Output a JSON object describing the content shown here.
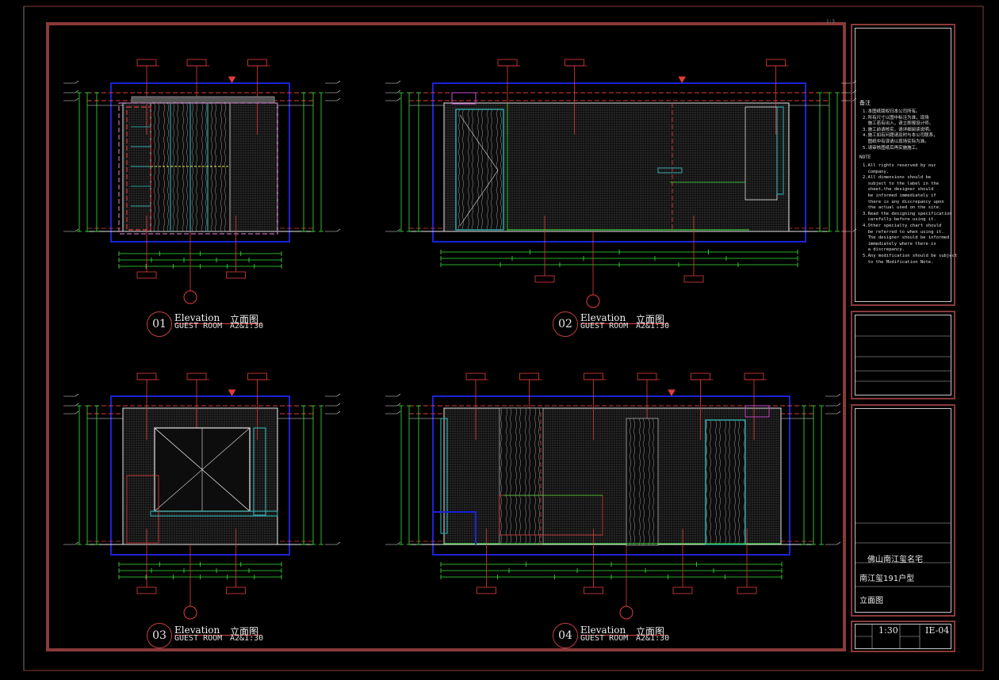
{
  "drawing_index": "1:3",
  "elevations": [
    {
      "number": "01",
      "title_en": "Elevation",
      "title_cn": "立面图",
      "room": "GUEST ROOM",
      "scale": "A2&1:30"
    },
    {
      "number": "02",
      "title_en": "Elevation",
      "title_cn": "立面图",
      "room": "GUEST ROOM",
      "scale": "A2&1:30"
    },
    {
      "number": "03",
      "title_en": "Elevation",
      "title_cn": "立面图",
      "room": "GUEST ROOM",
      "scale": "A2&1:30"
    },
    {
      "number": "04",
      "title_en": "Elevation",
      "title_cn": "立面图",
      "room": "GUEST ROOM",
      "scale": "A2&1:30"
    }
  ],
  "notes": {
    "heading_cn": "备注",
    "text_cn": "1.本图纸版权归本公司所有。\n2.所有尺寸以图中标注为准，现场\n  施工若有出入，请立即报设计师。\n3.施工前请核实，请详细阅读说明。\n4.施工如有问题请及时与本公司联系，\n  图纸中有误请以现场实际为准。\n5.请审核图纸后再实施施工。",
    "heading_en": "NOTE",
    "text_en": "1.All rights reserved by our\n  company.\n2.All dimensions should be\n  subject to the label in the\n  sheet,the designer should\n  be informed immediately if\n  there is any discrepancy upon\n  the actual used on the site.\n3.Read the designing specification\n  carefully before using it.\n4.Other specialty chart should\n  be referred to when using it.\n  The designer should be informed\n  immediately where there is\n  a discrepancy.\n5.Any modification should be subject\n  to the Modification Note."
  },
  "title_block": {
    "project": "佛山南江玺名宅",
    "unit_type": "南江玺191户型",
    "drawing_name": "立面图",
    "scale": "1:30",
    "drawing_no": "IE-04"
  },
  "colors": {
    "frame": "#8a3a3a",
    "wall_outline": "#1c22d8",
    "dimension": "#39e639",
    "leader": "#e03c3c",
    "panel": "#2fa3a3",
    "white": "#e8e8e8",
    "yellow": "#e8e84a",
    "magenta": "#d24bd2"
  }
}
